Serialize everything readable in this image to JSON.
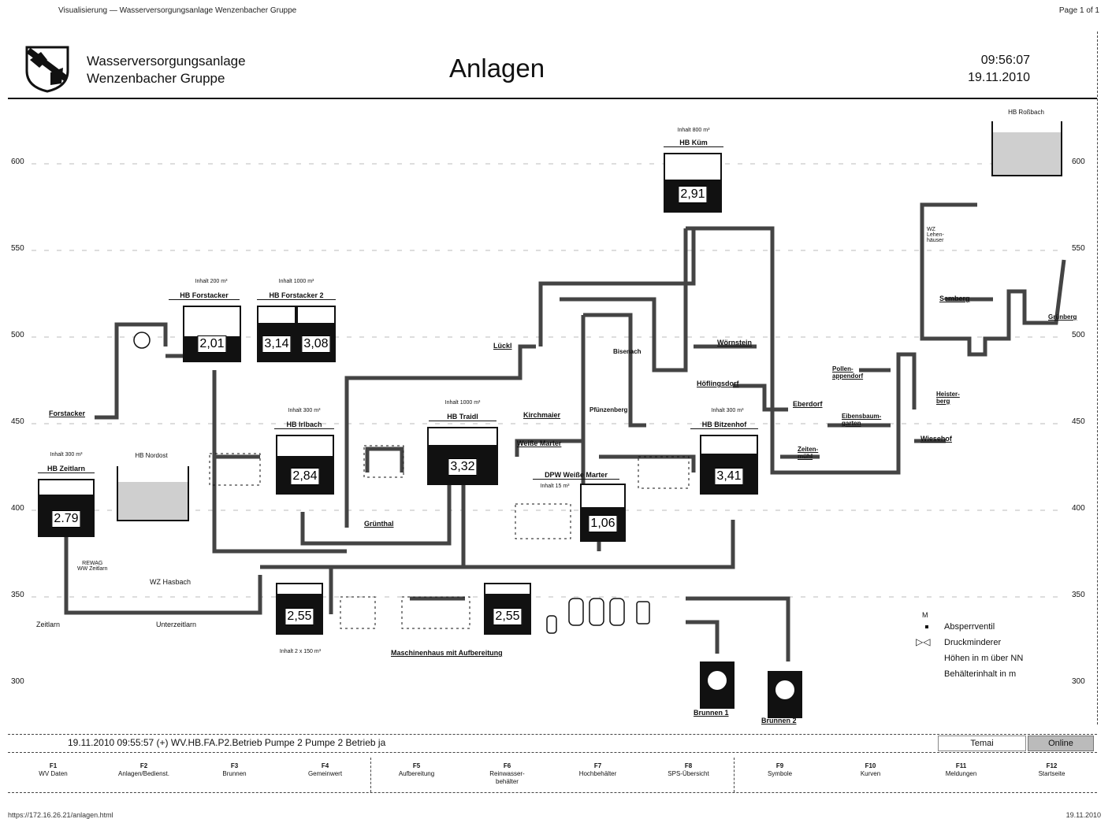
{
  "page_header": {
    "left": "Visualisierung — Wasserversorgungsanlage Wenzenbacher Gruppe",
    "right": "Page 1 of 1"
  },
  "org": {
    "line1": "Wasserversorgungsanlage",
    "line2": "Wenzenbacher Gruppe"
  },
  "title": "Anlagen",
  "clock": {
    "time": "09:56:07",
    "date": "19.11.2010"
  },
  "elevations": [
    "600",
    "550",
    "500",
    "450",
    "400",
    "350",
    "300"
  ],
  "tanks": {
    "kuem": {
      "label": "HB Küm",
      "inhalt": "Inhalt 800 m³",
      "value": "2,91",
      "fill": 0.55
    },
    "forstacker": {
      "label": "HB Forstacker",
      "inhalt": "Inhalt 200 m³",
      "value": "2,01",
      "fill": 0.45
    },
    "forstacker2": {
      "label": "HB Forstacker 2",
      "inhalt": "Inhalt 1000 m³",
      "value_a": "3,14",
      "value_b": "3,08",
      "fill": 0.7
    },
    "irlbach": {
      "label": "HB Irlbach",
      "inhalt": "Inhalt 300 m³",
      "value": "2,84",
      "fill": 0.65
    },
    "traidl": {
      "label": "HB Traidl",
      "inhalt": "Inhalt 1000 m³",
      "value": "3,32",
      "fill": 0.7
    },
    "bitzenhof": {
      "label": "HB Bitzenhof",
      "inhalt": "Inhalt 300 m³",
      "value": "3,41",
      "fill": 0.7
    },
    "zeitlarn": {
      "label": "HB Zeitlarn",
      "inhalt": "Inhalt 300 m³",
      "value": "2.79",
      "fill": 0.75
    },
    "nordost": {
      "label": "HB Nordost"
    },
    "rossbach": {
      "label": "HB Roßbach"
    },
    "weisse_marter": {
      "label": "DPW Weiße Marter",
      "inhalt": "Inhalt 15 m³",
      "value": "1,06",
      "fill": 0.6
    },
    "maschinenhaus_a": {
      "inhalt": "Inhalt 2 x 150 m³",
      "value": "2,55",
      "fill": 0.8
    },
    "maschinenhaus_b": {
      "value": "2,55",
      "fill": 0.8
    }
  },
  "places": {
    "lueckl": "Lückl",
    "woerthstein": "Wörnstein",
    "bisenach": "Bisenach",
    "pfinzenberg": "Pfünzenberg",
    "weisse_marter": "Weiße Marter",
    "kirchmaier": "Kirchmaier",
    "hoeflingsdorf": "Höflingsdorf",
    "zeitenmuehl": "Zeitenmühl",
    "eberdorf": "Eberdorf",
    "zeitenmuehl2": "Zeiten-\nmühl",
    "heisterberg": "Heister-\nberg",
    "semberg": "Semberg",
    "gruenberg": "Grünberg",
    "pollenappendorf": "Pollen-\nappendorf",
    "eibensbaumgarten": "Eibensbaum-\ngarten",
    "wiesehof": "Wiesehof",
    "gruenthal": "Grünthal",
    "forstacker_in": "Forstacker",
    "wz_lehenhaeuser": "WZ\nLehen-\nhäuser",
    "rewag": "REWAG\nWW Zeitlarn",
    "wz_hasbach": "WZ Hasbach",
    "zeitlarn": "Zeitlarn",
    "unterzeitlarn": "Unterzeitlarn",
    "maschinenhaus": "Maschinenhaus mit Aufbereitung",
    "brunnen1": "Brunnen 1",
    "brunnen2": "Brunnen 2"
  },
  "legend": [
    "Absperrventil",
    "Druckminderer",
    "Höhen in m über NN",
    "Behälterinhalt in m"
  ],
  "status": {
    "message": "19.11.2010  09:55:57  (+)  WV.HB.FA.P2.Betrieb  Pumpe 2  Pumpe 2 Betrieb  ja",
    "btn_a": "Temai",
    "btn_b": "Online"
  },
  "fkeys": [
    {
      "n": "F1",
      "l": "WV Daten"
    },
    {
      "n": "F2",
      "l": "Anlagen/Bedienst."
    },
    {
      "n": "F3",
      "l": "Brunnen"
    },
    {
      "n": "F4",
      "l": "Gemeinwert"
    },
    {
      "n": "F5",
      "l": "Aufbereitung"
    },
    {
      "n": "F6",
      "l": "Reinwasser-\nbehälter"
    },
    {
      "n": "F7",
      "l": "Hochbehälter"
    },
    {
      "n": "F8",
      "l": "SPS-Übersicht"
    },
    {
      "n": "F9",
      "l": "Symbole"
    },
    {
      "n": "F10",
      "l": "Kurven"
    },
    {
      "n": "F11",
      "l": "Meldungen"
    },
    {
      "n": "F12",
      "l": "Startseite"
    }
  ],
  "footer": {
    "left": "https://172.16.26.21/anlagen.html",
    "right": "19.11.2010"
  }
}
